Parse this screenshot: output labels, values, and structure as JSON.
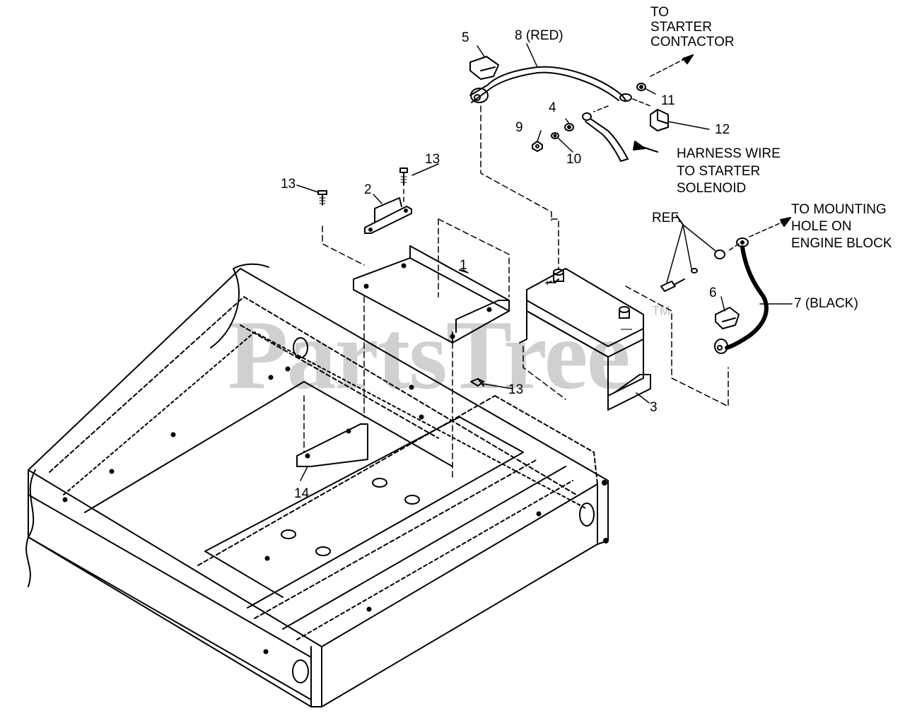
{
  "watermark": {
    "text": "PartsTree",
    "trademark": "TM"
  },
  "labels": {
    "l1": "1",
    "l2": "2",
    "l3": "3",
    "l4": "4",
    "l5": "5",
    "l6": "6",
    "l7": "7 (BLACK)",
    "l8": "8 (RED)",
    "l9": "9",
    "l10": "10",
    "l11": "11",
    "l12": "12",
    "l13a": "13",
    "l13b": "13",
    "l13c": "13",
    "l14": "14",
    "ref": "REF.",
    "starter_contactor": [
      "TO",
      "STARTER",
      "CONTACTOR"
    ],
    "harness_wire": [
      "HARNESS WIRE",
      "TO STARTER",
      "SOLENOID"
    ],
    "mounting_hole": [
      "TO MOUNTING",
      "HOLE ON",
      "ENGINE BLOCK"
    ]
  }
}
